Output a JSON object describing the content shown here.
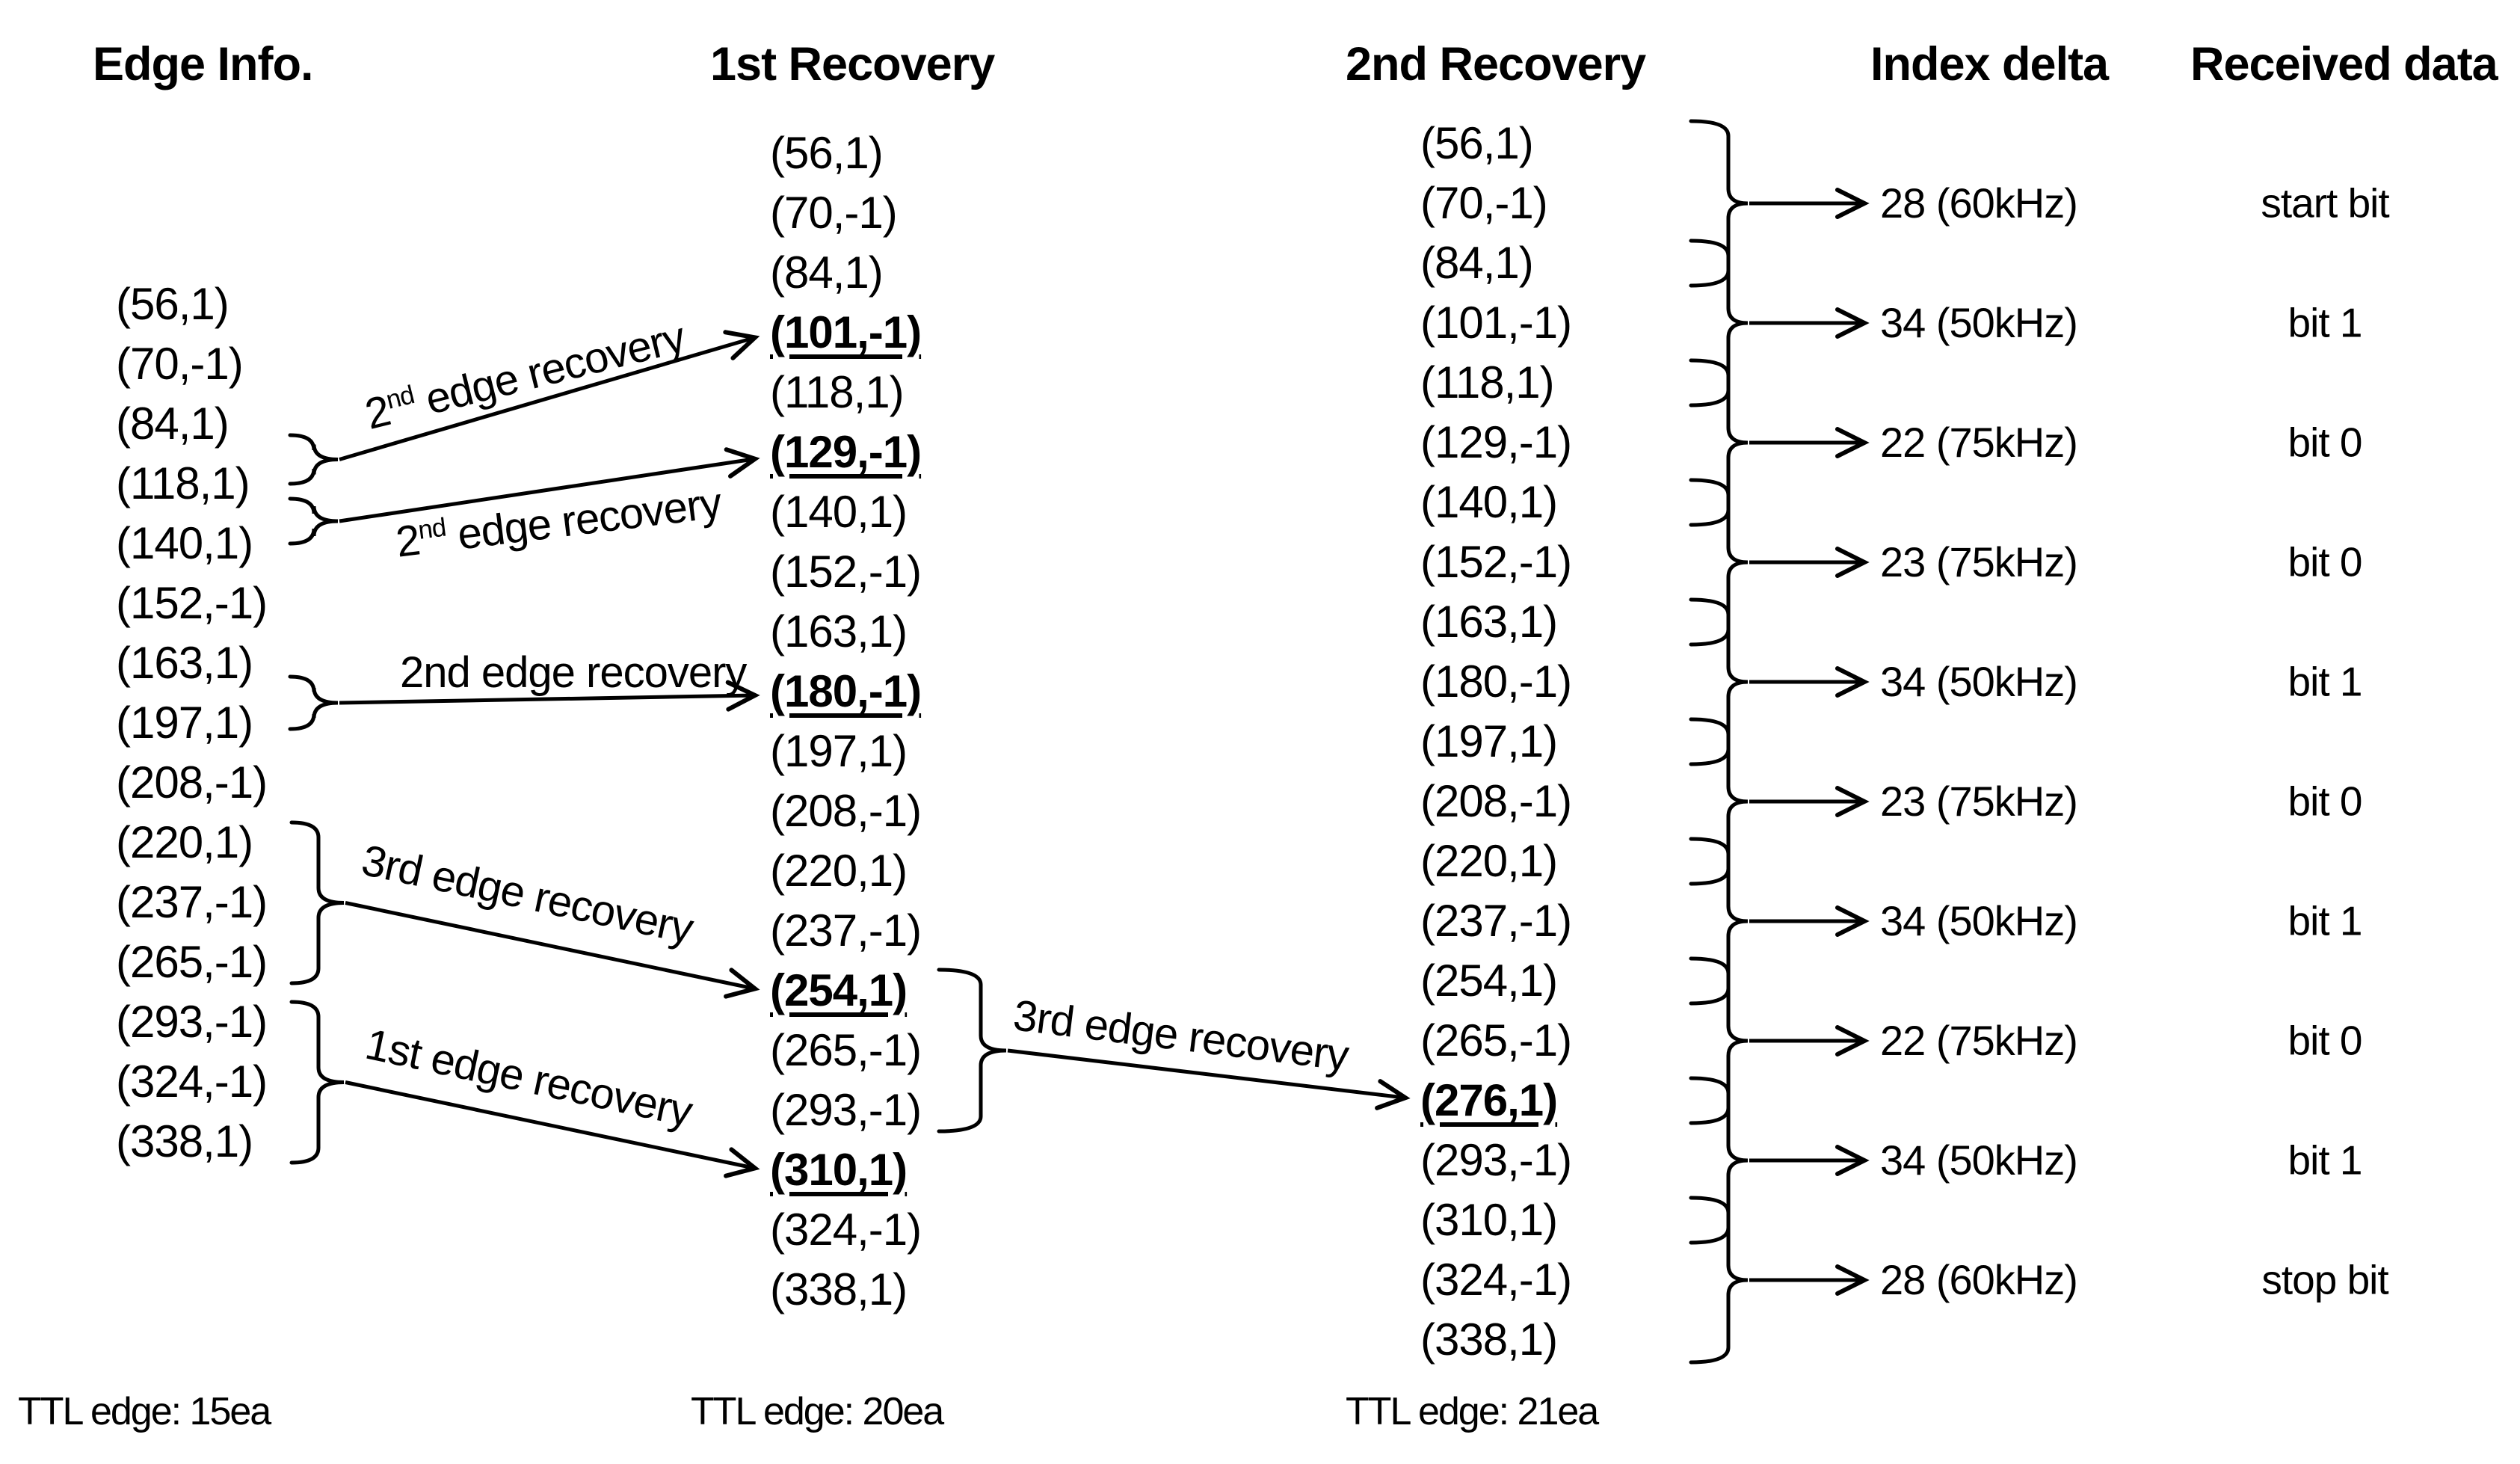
{
  "columns": {
    "edge_info": {
      "header": "Edge Info.",
      "rows": [
        "(56,1)",
        "(70,-1)",
        "(84,1)",
        "(118,1)",
        "(140,1)",
        "(152,-1)",
        "(163,1)",
        "(197,1)",
        "(208,-1)",
        "(220,1)",
        "(237,-1)",
        "(265,-1)",
        "(293,-1)",
        "(324,-1)",
        "(338,1)"
      ],
      "bold_indices": [],
      "footer": "TTL edge: 15ea"
    },
    "first_recovery": {
      "header": "1st Recovery",
      "rows": [
        "(56,1)",
        "(70,-1)",
        "(84,1)",
        "(101,-1)",
        "(118,1)",
        "(129,-1)",
        "(140,1)",
        "(152,-1)",
        "(163,1)",
        "(180,-1)",
        "(197,1)",
        "(208,-1)",
        "(220,1)",
        "(237,-1)",
        "(254,1)",
        "(265,-1)",
        "(293,-1)",
        "(310,1)",
        "(324,-1)",
        "(338,1)"
      ],
      "bold_indices": [
        3,
        5,
        9,
        14,
        17
      ],
      "footer": "TTL edge: 20ea"
    },
    "second_recovery": {
      "header": "2nd Recovery",
      "rows": [
        "(56,1)",
        "(70,-1)",
        "(84,1)",
        "(101,-1)",
        "(118,1)",
        "(129,-1)",
        "(140,1)",
        "(152,-1)",
        "(163,1)",
        "(180,-1)",
        "(197,1)",
        "(208,-1)",
        "(220,1)",
        "(237,-1)",
        "(254,1)",
        "(265,-1)",
        "(276,1)",
        "(293,-1)",
        "(310,1)",
        "(324,-1)",
        "(338,1)"
      ],
      "bold_indices": [
        16
      ],
      "footer": "TTL edge: 21ea"
    },
    "index_delta": {
      "header": "Index delta",
      "rows": [
        "28 (60kHz)",
        "34 (50kHz)",
        "22 (75kHz)",
        "23 (75kHz)",
        "34 (50kHz)",
        "23 (75kHz)",
        "34 (50kHz)",
        "22 (75kHz)",
        "34 (50kHz)",
        "28 (60kHz)"
      ]
    },
    "received_data": {
      "header": "Received data",
      "rows": [
        "start bit",
        "bit 1",
        "bit 0",
        "bit 0",
        "bit 1",
        "bit 0",
        "bit 1",
        "bit 0",
        "bit 1",
        "stop bit"
      ]
    }
  },
  "annotations": [
    {
      "prefix": "2",
      "sup": "nd",
      "text": " edge recovery"
    },
    {
      "prefix": "2",
      "sup": "nd",
      "text": " edge recovery"
    },
    {
      "prefix": "",
      "sup": "",
      "text": "2nd edge recovery"
    },
    {
      "prefix": "",
      "sup": "",
      "text": "3rd edge recovery"
    },
    {
      "prefix": "",
      "sup": "",
      "text": "1st edge recovery"
    },
    {
      "prefix": "",
      "sup": "",
      "text": "3rd edge recovery"
    }
  ]
}
